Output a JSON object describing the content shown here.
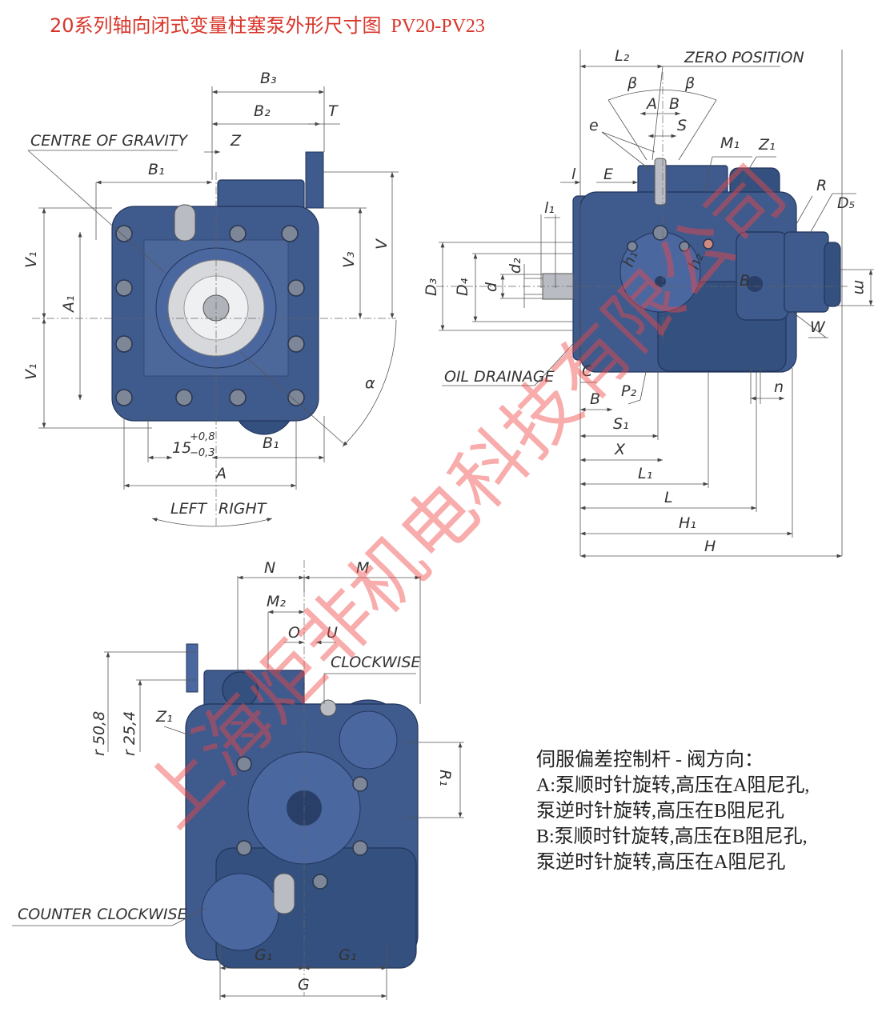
{
  "title": {
    "text": "20系列轴向闭式变量柱塞泵外形尺寸图",
    "model": "PV20-PV23"
  },
  "colors": {
    "title": "#d8352a",
    "pump_body": "#3f5a8c",
    "watermark": "#f04646"
  },
  "front_view": {
    "centre_of_gravity": "CENTRE OF GRAVITY",
    "labels": {
      "B3": "B₃",
      "B2": "B₂",
      "T": "T",
      "Z": "Z",
      "B1_top": "B₁",
      "V1_top": "V₁",
      "V1_bottom": "V₁",
      "A1": "A₁",
      "V3": "V₃",
      "V": "V",
      "alpha": "α",
      "tol_nominal": "15",
      "tol_upper": "+0,8",
      "tol_lower": "−0,3",
      "B1_bottom": "B₁",
      "A": "A",
      "left": "LEFT",
      "right": "RIGHT"
    }
  },
  "side_view": {
    "zero_position": "ZERO POSITION",
    "oil_drainage": "OIL DRAINAGE",
    "labels": {
      "L2": "L₂",
      "beta_left": "β",
      "beta_right": "β",
      "A": "A",
      "B": "B",
      "e": "e",
      "S": "S",
      "M1": "M₁",
      "Z1": "Z₁",
      "l": "l",
      "E": "E",
      "R": "R",
      "D5": "D₅",
      "l1": "l₁",
      "d2": "d₂",
      "D3": "D₃",
      "D4": "D₄",
      "d": "d",
      "h1": "h₁",
      "h2": "h₂",
      "port_B": "B",
      "m": "m",
      "W": "W",
      "C": "C",
      "B_bottom": "B",
      "P2": "P₂",
      "n": "n",
      "S1": "S₁",
      "X": "X",
      "L1": "L₁",
      "L": "L",
      "H1": "H₁",
      "H": "H"
    }
  },
  "rear_view": {
    "clockwise": "CLOCKWISE",
    "counter_clockwise": "COUNTER CLOCKWISE",
    "labels": {
      "N": "N",
      "M": "M",
      "M2": "M₂",
      "O": "O",
      "U": "U",
      "r508": "r 50,8",
      "r254": "r 25,4",
      "Z1": "Z₁",
      "R1": "R₁",
      "G1_left": "G₁",
      "G1_right": "G₁",
      "G": "G"
    }
  },
  "notes": {
    "heading": "伺服偏差控制杆 - 阀方向：",
    "lines": [
      "A:泵顺时针旋转,高压在A阻尼孔,",
      "泵逆时针旋转,高压在B阻尼孔",
      "B:泵顺时针旋转,高压在B阻尼孔,",
      "泵逆时针旋转,高压在A阻尼孔"
    ]
  },
  "watermark": "上海炬非机电科技有限公司"
}
